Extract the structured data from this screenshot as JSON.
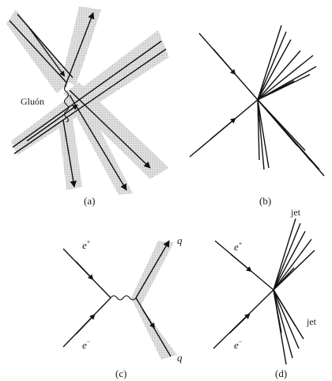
{
  "panels": {
    "a": {
      "caption": "(a)",
      "gluon_label": "Gluón"
    },
    "b": {
      "caption": "(b)"
    },
    "c": {
      "caption": "(c)",
      "e_plus": "e",
      "e_plus_sup": "+",
      "e_minus": "e",
      "e_minus_sup": "−",
      "q_top": "q",
      "q_bottom": "q"
    },
    "d": {
      "caption": "(d)",
      "e_plus": "e",
      "e_plus_sup": "+",
      "e_minus": "e",
      "e_minus_sup": "−",
      "jet_top": "jet",
      "jet_right": "jet"
    }
  },
  "colors": {
    "ink": "#111111",
    "shade": "#d6d6d6",
    "shade_dot": "#9a9a9a"
  }
}
